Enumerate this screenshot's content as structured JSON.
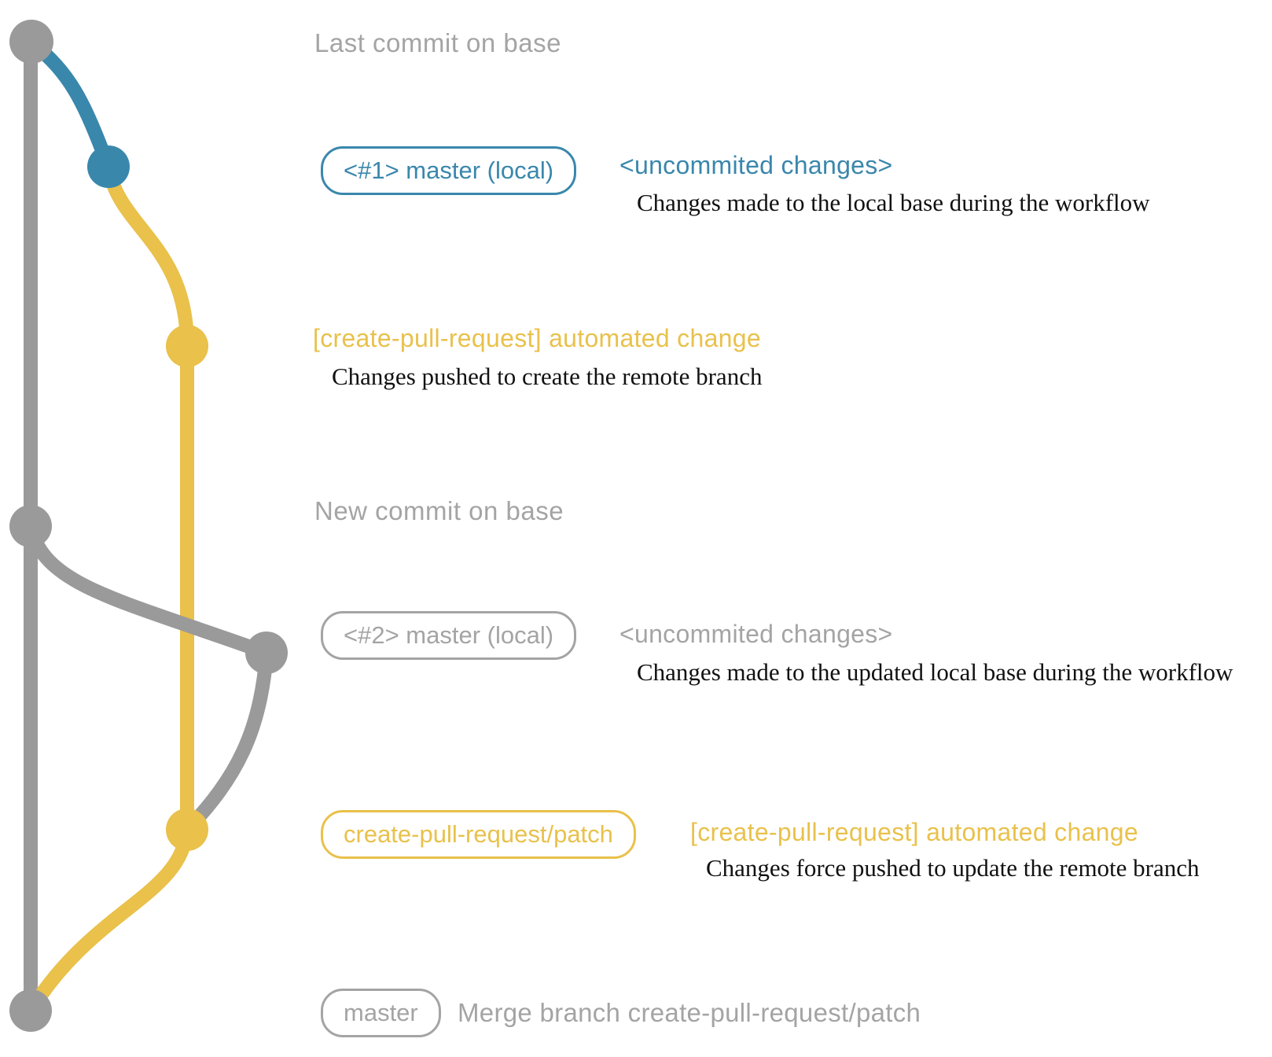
{
  "colors": {
    "blue": "#3a87ac",
    "yellow": "#e9c14b",
    "gray": "#9a9a9a",
    "graytext": "#a4a4a4",
    "black": "#111111"
  },
  "annotations": {
    "row1": {
      "text": "Last commit on base"
    },
    "row2": {
      "badge": "<#1> master (local)",
      "side": "<uncommited changes>",
      "desc": "Changes made to the local base during the workflow"
    },
    "row3": {
      "side": "[create-pull-request] automated change",
      "desc": "Changes pushed to create the remote branch"
    },
    "row4": {
      "text": "New commit on base"
    },
    "row5": {
      "badge": "<#2> master (local)",
      "side": "<uncommited changes>",
      "desc": "Changes made to the updated local base during the workflow"
    },
    "row6": {
      "badge": "create-pull-request/patch",
      "side": "[create-pull-request] automated change",
      "desc": "Changes force pushed to update the remote branch"
    },
    "row7": {
      "badge": "master",
      "side": "Merge branch create-pull-request/patch"
    }
  }
}
